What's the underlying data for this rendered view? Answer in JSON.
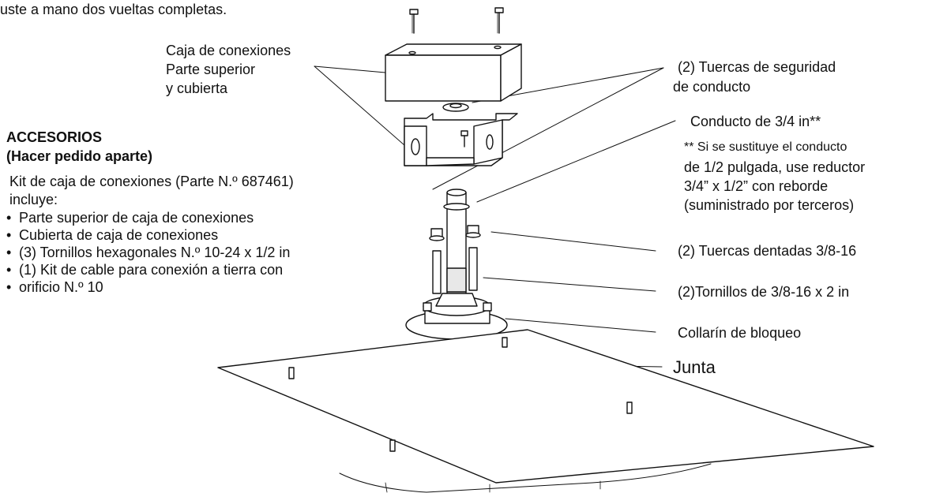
{
  "instruction_fragment": "uste a mano dos vueltas completas.",
  "labels": {
    "junction_box_top_line1": "Caja de conexiones",
    "junction_box_top_line2": "Parte superior",
    "junction_box_top_line3": "y cubierta",
    "lock_nuts_line1": "(2) Tuercas de seguridad",
    "lock_nuts_line2": "de conducto",
    "conduit": "Conducto de 3/4 in**",
    "note_line1": "** Si se sustituye el conducto",
    "note_line2": "de 1/2 pulgada, use reductor",
    "note_line3": "3/4” x 1/2” con reborde",
    "note_line4": "(suministrado por terceros)",
    "serrated_nuts": "(2) Tuercas dentadas 3/8-16",
    "bolts": "(2)Tornillos de 3/8-16 x 2 in",
    "lock_collar": "Collarín de bloqueo",
    "gasket": "Junta"
  },
  "accessories": {
    "title": "ACCESORIOS",
    "subtitle": "(Hacer pedido aparte)",
    "kit_line1": "Kit de caja de conexiones (Parte N.º 687461)",
    "kit_line2": "incluye:",
    "items": [
      "Parte superior de caja de conexiones",
      "Cubierta de caja de conexiones",
      "(3) Tornillos hexagonales N.º 10-24 x 1/2 in",
      "(1) Kit de cable para conexión a tierra con",
      "orificio N.º 10"
    ]
  }
}
